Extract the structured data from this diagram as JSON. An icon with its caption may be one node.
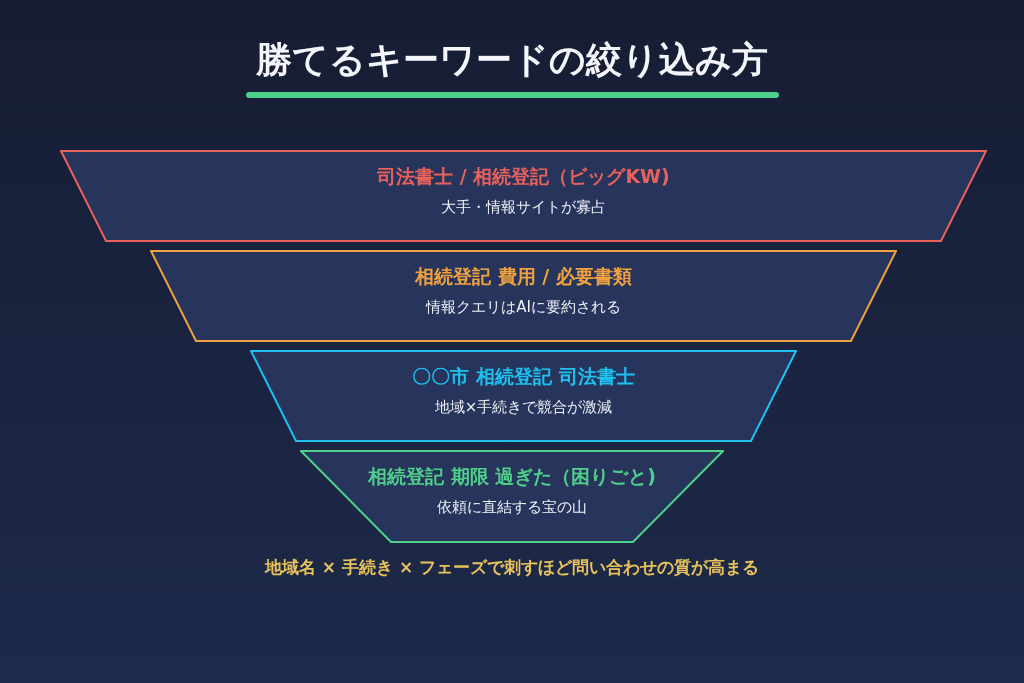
{
  "diagram": {
    "title": "勝てるキーワードの絞り込み方",
    "nodes": [
      {
        "text": [
          "司法書士 / 相続登記（ビッグKW)",
          "大手・情報サイトが寡占"
        ]
      },
      {
        "text": [
          "相続登記 費用 / 必要書類",
          "情報クエリはAIに要約される"
        ]
      },
      {
        "text": [
          "〇〇市 相続登記 司法書士",
          "地域×手続きで競合が激減"
        ]
      },
      {
        "text": [
          "相続登記 期限 過ぎた（困りごと)",
          "依頼に直結する宝の山"
        ]
      }
    ],
    "edges": [],
    "labels": [
      "地域名 × 手続き × フェーズで刺すほど問い合わせの質が高まる"
    ]
  }
}
